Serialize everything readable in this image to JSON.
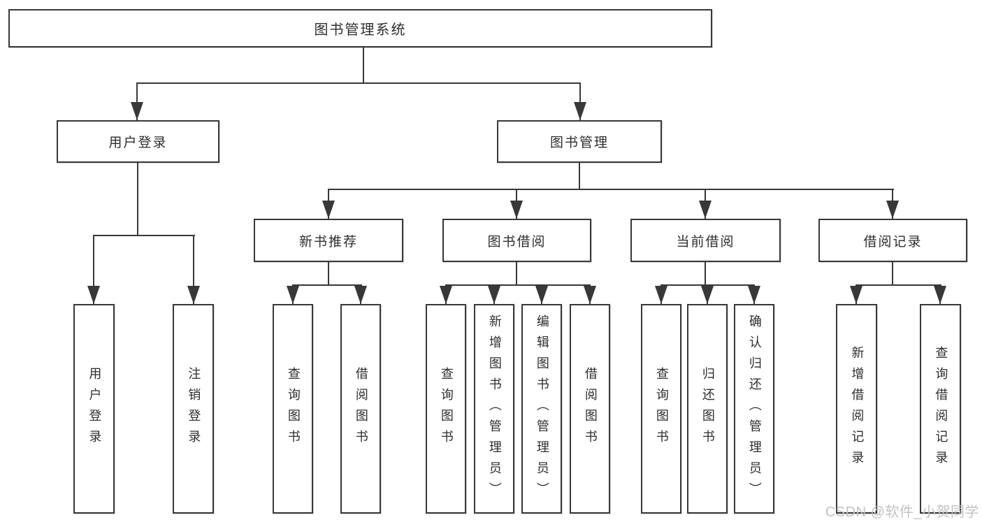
{
  "diagram": {
    "title": "图书管理系统",
    "branches": [
      {
        "label": "用户登录",
        "children": [
          {
            "label": "用户登录"
          },
          {
            "label": "注销登录"
          }
        ]
      },
      {
        "label": "图书管理",
        "children": [
          {
            "label": "新书推荐",
            "children": [
              {
                "label": "查询图书"
              },
              {
                "label": "借阅图书"
              }
            ]
          },
          {
            "label": "图书借阅",
            "children": [
              {
                "label": "查询图书"
              },
              {
                "label": "新增图书（管理员）"
              },
              {
                "label": "编辑图书（管理员）"
              },
              {
                "label": "借阅图书"
              }
            ]
          },
          {
            "label": "当前借阅",
            "children": [
              {
                "label": "查询图书"
              },
              {
                "label": "归还图书"
              },
              {
                "label": "确认归还（管理员）"
              }
            ]
          },
          {
            "label": "借阅记录",
            "children": [
              {
                "label": "新增借阅记录"
              },
              {
                "label": "查询借阅记录"
              }
            ]
          }
        ]
      }
    ]
  },
  "watermark": "CSDN @软件_小贺同学",
  "colors": {
    "line": "#383838",
    "text": "#2e2e2e",
    "watermark": "#c2c2c2",
    "background": "#ffffff"
  }
}
